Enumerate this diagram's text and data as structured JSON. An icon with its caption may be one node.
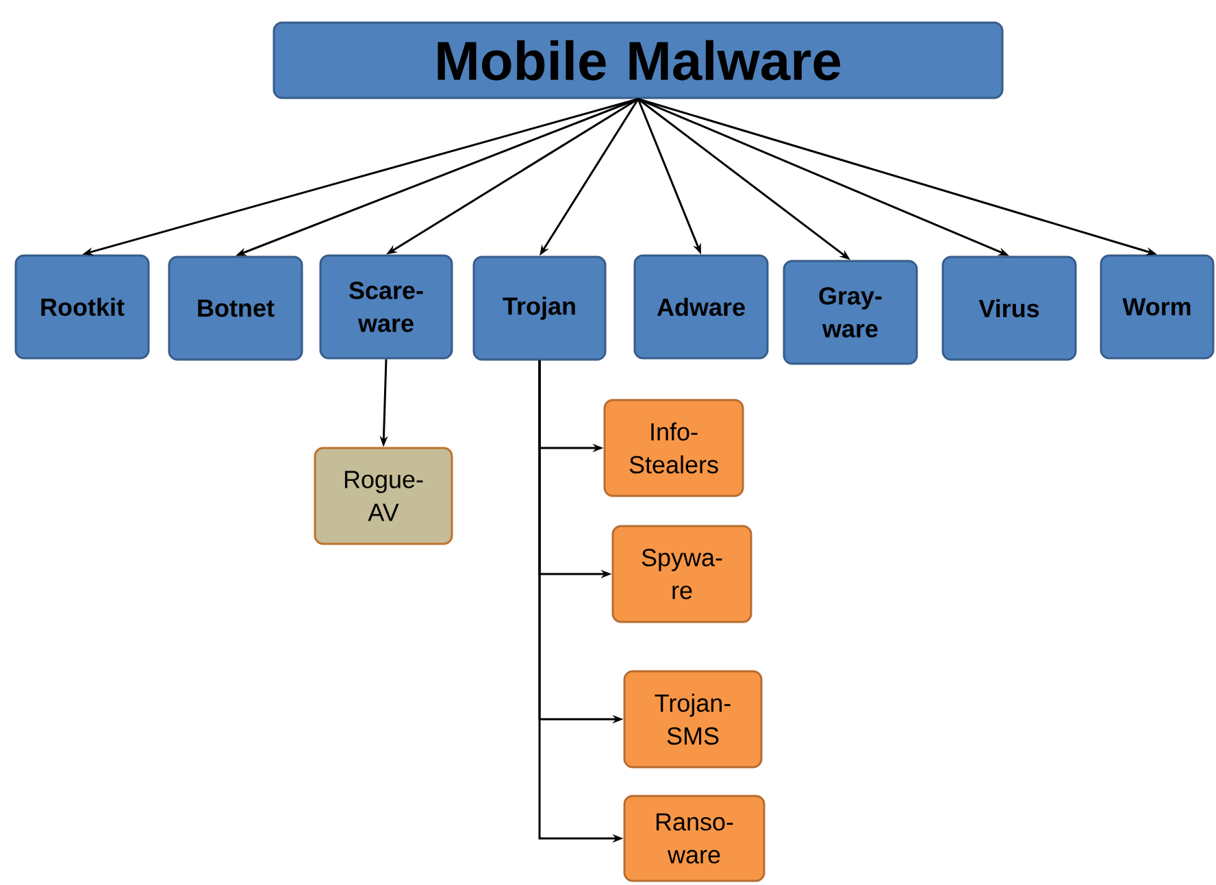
{
  "diagram": {
    "nodes": [
      {
        "text": [
          "Mobile Malware"
        ]
      },
      {
        "text": [
          "Rootkit"
        ]
      },
      {
        "text": [
          "Botnet"
        ]
      },
      {
        "text": [
          "Scare- ware"
        ]
      },
      {
        "text": [
          "Trojan"
        ]
      },
      {
        "text": [
          "Adware"
        ]
      },
      {
        "text": [
          "Gray- ware"
        ]
      },
      {
        "text": [
          "Virus"
        ]
      },
      {
        "text": [
          "Worm"
        ]
      },
      {
        "text": [
          "Rogue- AV"
        ]
      },
      {
        "text": [
          "Info- Stealers"
        ]
      },
      {
        "text": [
          "Spywa- re"
        ]
      },
      {
        "text": [
          "Trojan- SMS"
        ]
      },
      {
        "text": [
          "Ranso- ware"
        ]
      }
    ],
    "edges": [
      {
        "from": 0,
        "to": 1,
        "arrow": "to"
      },
      {
        "from": 0,
        "to": 2,
        "arrow": "to"
      },
      {
        "from": 0,
        "to": 3,
        "arrow": "to"
      },
      {
        "from": 0,
        "to": 4,
        "arrow": "to"
      },
      {
        "from": 0,
        "to": 5,
        "arrow": "to"
      },
      {
        "from": 0,
        "to": 6,
        "arrow": "to"
      },
      {
        "from": 0,
        "to": 7,
        "arrow": "to"
      },
      {
        "from": 0,
        "to": 8,
        "arrow": "to"
      },
      {
        "from": 3,
        "to": 9,
        "arrow": "to"
      },
      {
        "from": 4,
        "to": 10,
        "arrow": "to"
      },
      {
        "from": 4,
        "to": 11,
        "arrow": "to"
      },
      {
        "from": 4,
        "to": 12,
        "arrow": "to"
      },
      {
        "from": 4,
        "to": 13,
        "arrow": "to"
      }
    ]
  }
}
